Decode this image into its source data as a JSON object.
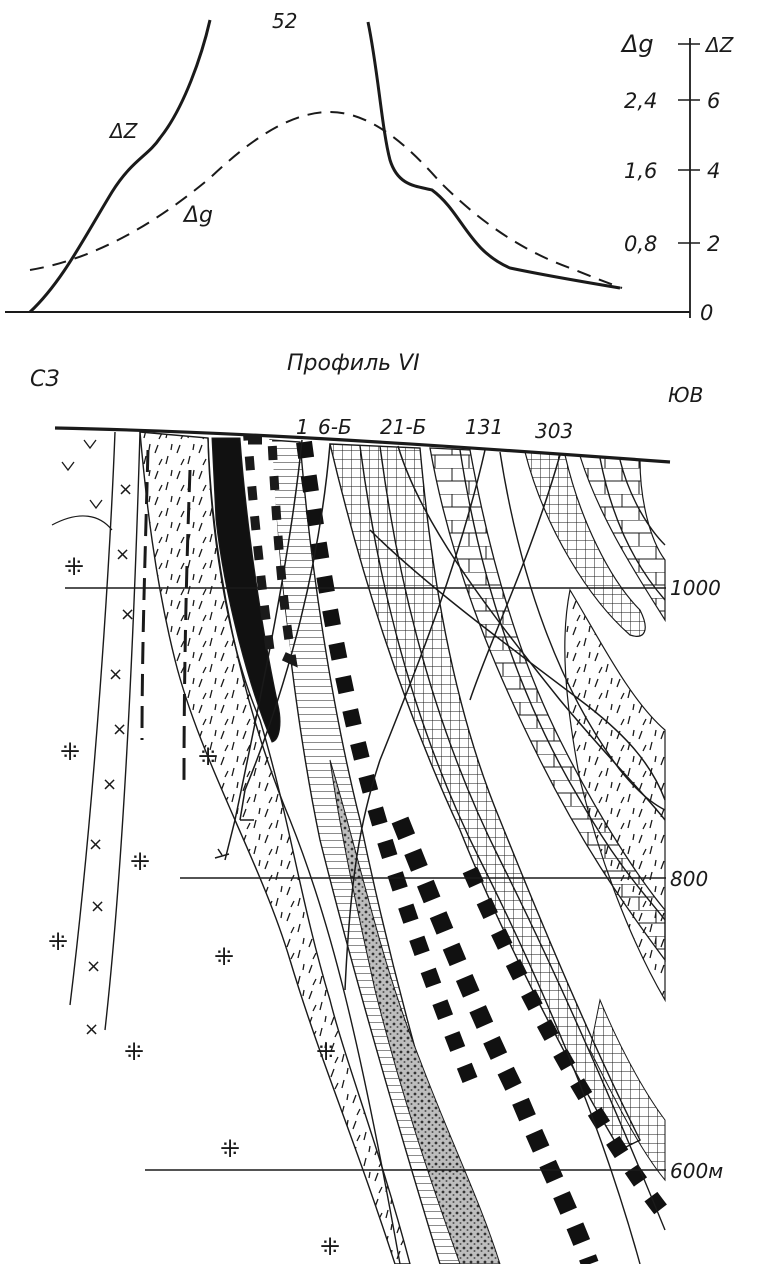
{
  "graph": {
    "top_label": "52",
    "curve_labels": {
      "dz": "ΔZ",
      "dg": "Δg"
    },
    "axis": {
      "dg_title": "Δg",
      "dz_title": "ΔZ",
      "dg_ticks": [
        "2,4",
        "1,6",
        "0,8"
      ],
      "dz_ticks": [
        "6",
        "4",
        "2"
      ],
      "zero": "0"
    }
  },
  "section": {
    "title": "Профиль VI",
    "left_dir": "СЗ",
    "right_dir": "ЮВ",
    "wells": [
      "1",
      "6-Б",
      "21-Б",
      "131",
      "303"
    ],
    "depths": [
      "1000",
      "800",
      "600м"
    ]
  },
  "colors": {
    "ink": "#1a1a1a",
    "paper": "#ffffff"
  }
}
